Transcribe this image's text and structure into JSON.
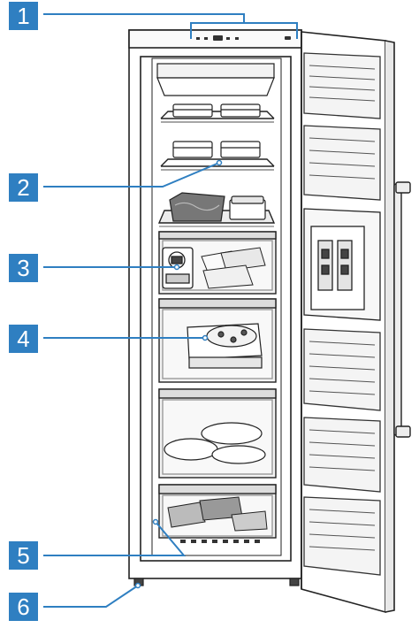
{
  "callouts": [
    {
      "label": "1"
    },
    {
      "label": "2"
    },
    {
      "label": "3"
    },
    {
      "label": "4"
    },
    {
      "label": "5"
    },
    {
      "label": "6"
    }
  ],
  "colors": {
    "callout_fill": "#2f7fc1",
    "leader_line": "#2f7fc1",
    "outline": "#222222",
    "shade": "#d9d9d9"
  }
}
